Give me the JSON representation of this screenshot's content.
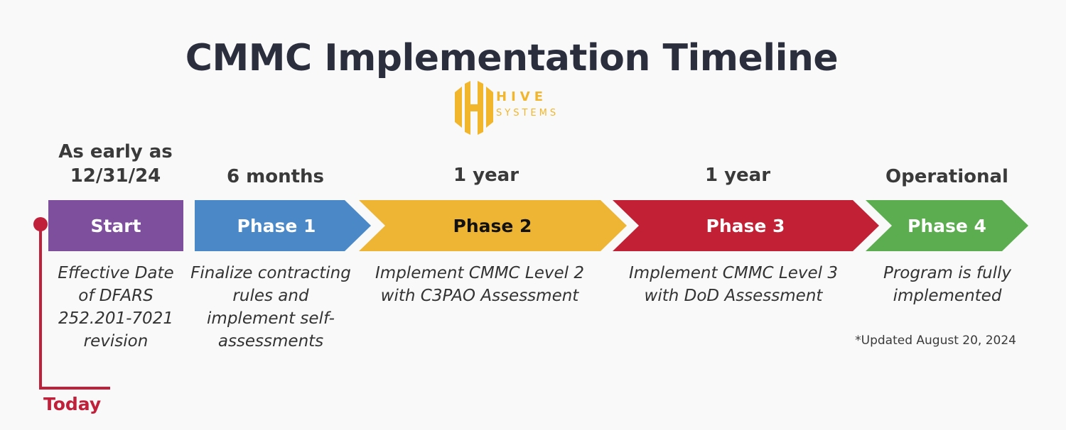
{
  "title": "CMMC Implementation Timeline",
  "logo": {
    "name": "HIVE",
    "sub": "SYSTEMS",
    "color": "#f2b62c"
  },
  "stages": [
    {
      "label": "Start",
      "period": "As early as 12/31/24",
      "description": "Effective Date of DFARS 252.201-7021 revision",
      "color": "#7d4f9c",
      "text_color": "#ffffff"
    },
    {
      "label": "Phase 1",
      "period": "6 months",
      "description": "Finalize contracting rules and implement self- assessments",
      "color": "#4a88c8",
      "text_color": "#ffffff"
    },
    {
      "label": "Phase 2",
      "period": "1 year",
      "description": "Implement CMMC Level 2 with C3PAO Assessment",
      "color": "#eeb535",
      "text_color": "#111111"
    },
    {
      "label": "Phase 3",
      "period": "1 year",
      "description": "Implement CMMC Level 3 with DoD Assessment",
      "color": "#c22035",
      "text_color": "#ffffff"
    },
    {
      "label": "Phase 4",
      "period": "Operational",
      "description": "Program is fully implemented",
      "color": "#5cad4f",
      "text_color": "#ffffff"
    }
  ],
  "today_marker": {
    "label": "Today",
    "color": "#c0203a"
  },
  "updated_note": "*Updated August 20, 2024"
}
